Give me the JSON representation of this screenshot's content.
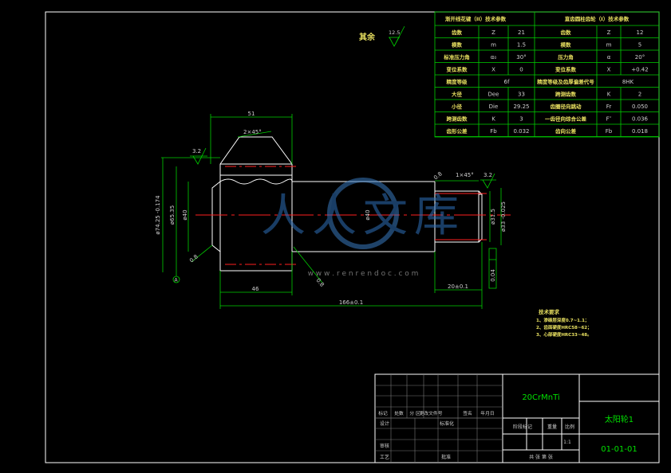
{
  "gear_table": {
    "title_left": "渐开线花键（II）技术参数",
    "title_right": "直齿圆柱齿轮（I）技术参数",
    "rows": [
      [
        {
          "t": "齿数",
          "y": true
        },
        {
          "t": "Z"
        },
        {
          "t": "21"
        },
        {
          "t": "齿数",
          "y": true
        },
        {
          "t": "Z"
        },
        {
          "t": "12"
        }
      ],
      [
        {
          "t": "模数",
          "y": true
        },
        {
          "t": "m"
        },
        {
          "t": "1.5"
        },
        {
          "t": "模数",
          "y": true
        },
        {
          "t": "m"
        },
        {
          "t": "5"
        }
      ],
      [
        {
          "t": "标准压力角",
          "y": true
        },
        {
          "t": "α₀"
        },
        {
          "t": "30°"
        },
        {
          "t": "压力角",
          "y": true
        },
        {
          "t": "α"
        },
        {
          "t": "20°"
        }
      ],
      [
        {
          "t": "变位系数",
          "y": true
        },
        {
          "t": "X"
        },
        {
          "t": "0"
        },
        {
          "t": "变位系数",
          "y": true
        },
        {
          "t": "X"
        },
        {
          "t": "+0.42"
        }
      ],
      [
        {
          "t": "精度等级",
          "y": true
        },
        {
          "t": "6f",
          "span": 2
        },
        {
          "t": "精度等级及齿厚偏差代号",
          "y": true
        },
        {
          "t": "8HK",
          "span": 2
        }
      ],
      [
        {
          "t": "大径",
          "y": true
        },
        {
          "t": "Dee"
        },
        {
          "t": "33"
        },
        {
          "t": "跨测齿数",
          "y": true
        },
        {
          "t": "K"
        },
        {
          "t": "2"
        }
      ],
      [
        {
          "t": "小径",
          "y": true
        },
        {
          "t": "Die"
        },
        {
          "t": "29.25"
        },
        {
          "t": "齿圈径向跳动",
          "y": true
        },
        {
          "t": "Fr"
        },
        {
          "t": "0.050"
        }
      ],
      [
        {
          "t": "跨测齿数",
          "y": true
        },
        {
          "t": "K"
        },
        {
          "t": "3"
        },
        {
          "t": "一齿径向综合公差",
          "y": true
        },
        {
          "t": "F″"
        },
        {
          "t": "0.036"
        }
      ],
      [
        {
          "t": "齿形公差",
          "y": true
        },
        {
          "t": "Fb"
        },
        {
          "t": "0.032"
        },
        {
          "t": "齿向公差",
          "y": true
        },
        {
          "t": "Fb"
        },
        {
          "t": "0.018"
        }
      ]
    ]
  },
  "roughness": {
    "other_label": "其余",
    "other_value": "12.5"
  },
  "dimensions": {
    "len_51": "51",
    "chamfer_left": "2×45°",
    "r_left": "3.2",
    "chamfer_right": "1×45°",
    "r_right": "3.2",
    "dia_74": "ø74.25 -0.174",
    "dia_65": "ø65.35",
    "dia_40_left": "ø40",
    "dia_40_mid": "ø40",
    "dia_31": "ø31.5",
    "dia_33": "ø33 -0.025",
    "len_46": "46",
    "len_20": "20±0.1",
    "len_166": "166±0.1",
    "tol_004": "0.04",
    "datum": "A",
    "r_small_left": "0.8",
    "r_small_mid": "0.8",
    "r_chamfer_note": "0.8"
  },
  "tech_notes": {
    "title": "技术要求",
    "lines": [
      "1、渗碳层深度0.7~1.1；",
      "2、齿面硬度HRC58~62；",
      "3、心部硬度HRC33~48。"
    ]
  },
  "title_block": {
    "material": "20CrMnTi",
    "part_name": "太阳轮1",
    "part_no": "01-01-01",
    "headers": [
      "标记",
      "处数",
      "分 区",
      "更改文件号",
      "签名",
      "年月日"
    ],
    "row_labels": [
      "设计",
      "审核",
      "工艺"
    ],
    "row2_labels": [
      "标准化",
      "批准"
    ],
    "stage_label": "阶段标记",
    "weight_label": "重量",
    "scale_label": "比例",
    "scale_value": "1:1",
    "sheets_label": "共  张     第  张"
  },
  "watermark": {
    "text": "人人文库",
    "url": "w w w . r e n r e n d o c . c o m"
  }
}
